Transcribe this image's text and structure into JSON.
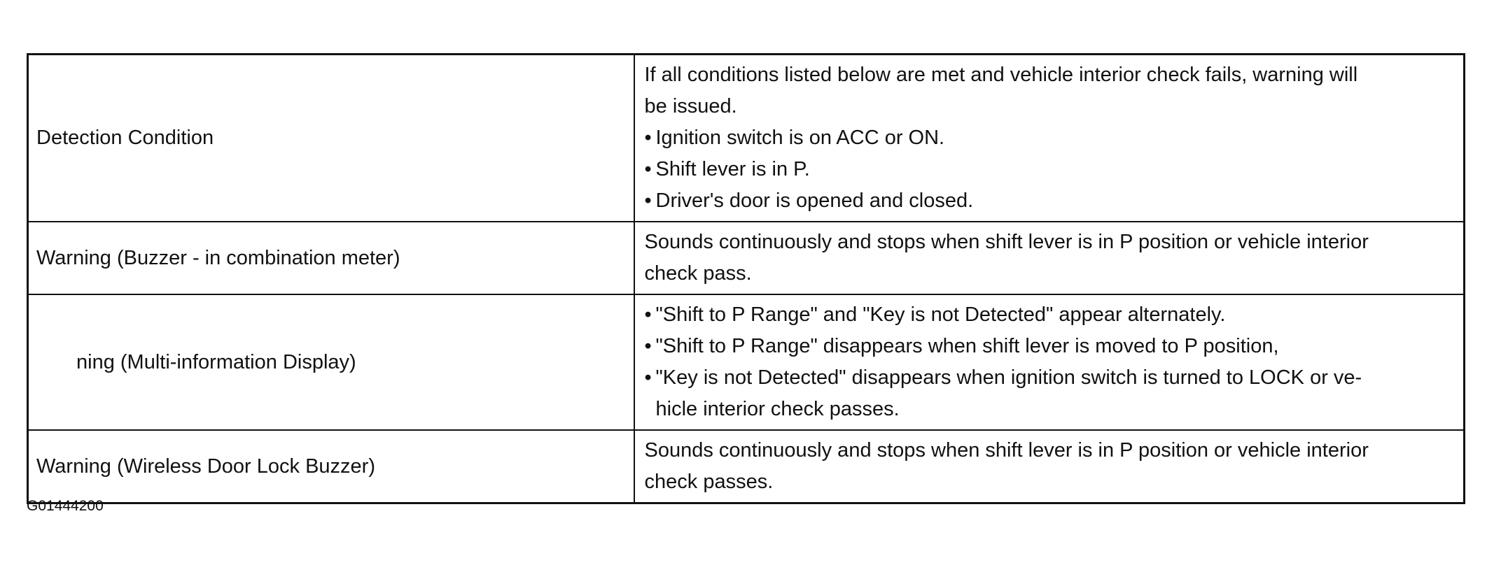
{
  "table": {
    "rows": [
      {
        "label": "Detection Condition",
        "detail_lines": [
          "If all conditions listed below are met and vehicle interior check fails, warning will",
          "be issued."
        ],
        "bullets": [
          "Ignition switch is on ACC or ON.",
          "Shift lever is in P.",
          "Driver's door is opened and closed."
        ]
      },
      {
        "label": "Warning (Buzzer - in combination meter)",
        "detail_lines": [
          "Sounds continuously and stops when shift lever is in P position or vehicle interior",
          "check pass."
        ]
      },
      {
        "label": "ning (Multi-information Display)",
        "bullets": [
          "\"Shift to P Range\" and \"Key is not Detected\" appear alternately.",
          "\"Shift to P Range\" disappears when shift lever is moved to P position,",
          "\"Key is not Detected\" disappears when ignition switch is turned to LOCK or ve-"
        ],
        "continuation": "hicle interior check passes."
      },
      {
        "label": "Warning (Wireless Door Lock Buzzer)",
        "detail_lines": [
          "Sounds continuously and stops when shift lever is in P position or vehicle interior",
          "check passes."
        ]
      }
    ]
  },
  "bullet_char": "•",
  "figure_id": "G01444200"
}
